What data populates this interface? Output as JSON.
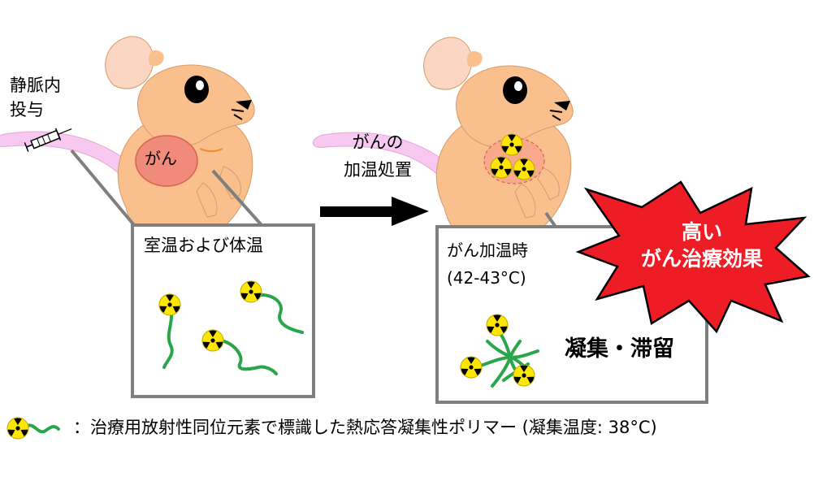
{
  "labels": {
    "injection": [
      "静脈内",
      "投与"
    ],
    "process": [
      "がんの",
      "加温処置"
    ],
    "tumor": "がん",
    "box_normal_title": "室温および体温",
    "box_heated_title": [
      "がん加温時",
      "(42-43°C)"
    ],
    "aggregation": "凝集・滞留",
    "effect": [
      "高い",
      "がん治療効果"
    ],
    "legend": "：治療用放射性同位元素で標識した熱応答凝集性ポリマー (凝集温度: 38°C)"
  },
  "icons": [
    "mouse-illustration",
    "syringe-icon",
    "radiation-icon",
    "polymer-chain",
    "right-arrow",
    "burst-starburst"
  ],
  "colors": {
    "mouse_body": "#f9c08e",
    "mouse_tail": "#f7c9f0",
    "tumor": "#f08a7a",
    "radiation_yellow": "#ffe600",
    "polymer_green": "#2aa64a",
    "burst_red": "#ee1c25",
    "box_border": "#7f7f7f"
  }
}
